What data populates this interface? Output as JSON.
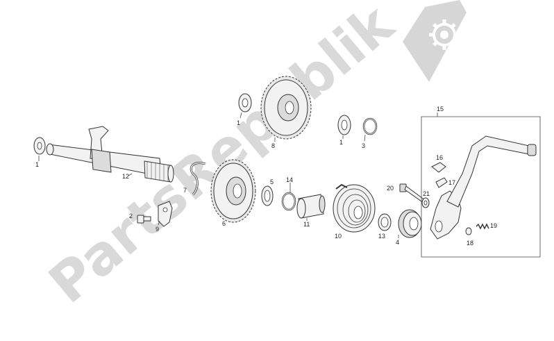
{
  "watermark": {
    "text": "PartsRepublik"
  },
  "callouts": {
    "c1a": "1",
    "c1b": "1",
    "c1c": "1",
    "c2": "2",
    "c3": "3",
    "c4": "4",
    "c5": "5",
    "c6": "6",
    "c7": "7",
    "c8": "8",
    "c9": "9",
    "c10": "10",
    "c11": "11",
    "c12": "12",
    "c13": "13",
    "c14": "14",
    "c15": "15",
    "c16": "16",
    "c17": "17",
    "c18": "18",
    "c19": "19",
    "c20": "20",
    "c21": "21"
  },
  "icons": {
    "watermark_gear": "gear-icon"
  }
}
